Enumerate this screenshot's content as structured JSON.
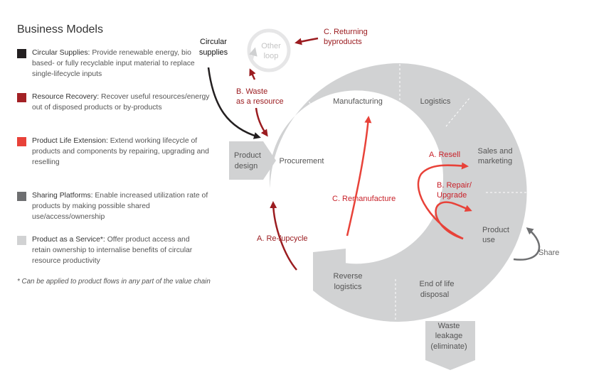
{
  "panel": {
    "title": "Business Models",
    "legend": [
      {
        "name": "Circular Supplies:",
        "desc": "Provide renewable energy, bio based- or fully recyclable input material to replace single-lifecycle inputs",
        "color": "#231f20"
      },
      {
        "name": "Resource Recovery:",
        "desc": "Recover useful resources/energy out of disposed products or by-products",
        "color": "#a32125"
      },
      {
        "name": "Product Life Extension:",
        "desc": "Extend working lifecycle of products and components by repairing, upgrading and reselling",
        "color": "#e84239"
      },
      {
        "name": "Sharing Platforms:",
        "desc": "Enable increased utilization rate of products by making possible shared use/access/ownership",
        "color": "#6e6f71"
      },
      {
        "name": "Product as a Service*:",
        "desc": "Offer product access and retain ownership to internalise benefits of circular resource productivity",
        "color": "#d1d2d3"
      }
    ],
    "footnote": "* Can be applied to product flows in any part of the value chain"
  },
  "diagram": {
    "segments": {
      "manufacturing": "Manufacturing",
      "logistics": "Logistics",
      "sales_1": "Sales and",
      "sales_2": "marketing",
      "procurement": "Procurement",
      "product_use_1": "Product",
      "product_use_2": "use",
      "end_of_life_1": "End of life",
      "end_of_life_2": "disposal",
      "reverse_1": "Reverse",
      "reverse_2": "logistics"
    },
    "product_design_1": "Product",
    "product_design_2": "design",
    "waste_leakage_1": "Waste",
    "waste_leakage_2": "leakage",
    "waste_leakage_3": "(eliminate)",
    "circular_supplies_1": "Circular",
    "circular_supplies_2": "supplies",
    "other_loop_1": "Other",
    "other_loop_2": "loop",
    "returning_byproducts_1": "C. Returning",
    "returning_byproducts_2": "byproducts",
    "waste_resource_1": "B. Waste",
    "waste_resource_2": "as a resource",
    "resell": "A. Resell",
    "repair_1": "B. Repair/",
    "repair_2": "Upgrade",
    "remanufacture": "C. Remanufacture",
    "upcycle": "A. Re-/upcycle",
    "share": "Share"
  },
  "colors": {
    "ring": "#d1d2d3",
    "dark_red": "#9b1c20",
    "red": "#e84239",
    "black": "#231f20",
    "share_gray": "#6e6f71"
  }
}
